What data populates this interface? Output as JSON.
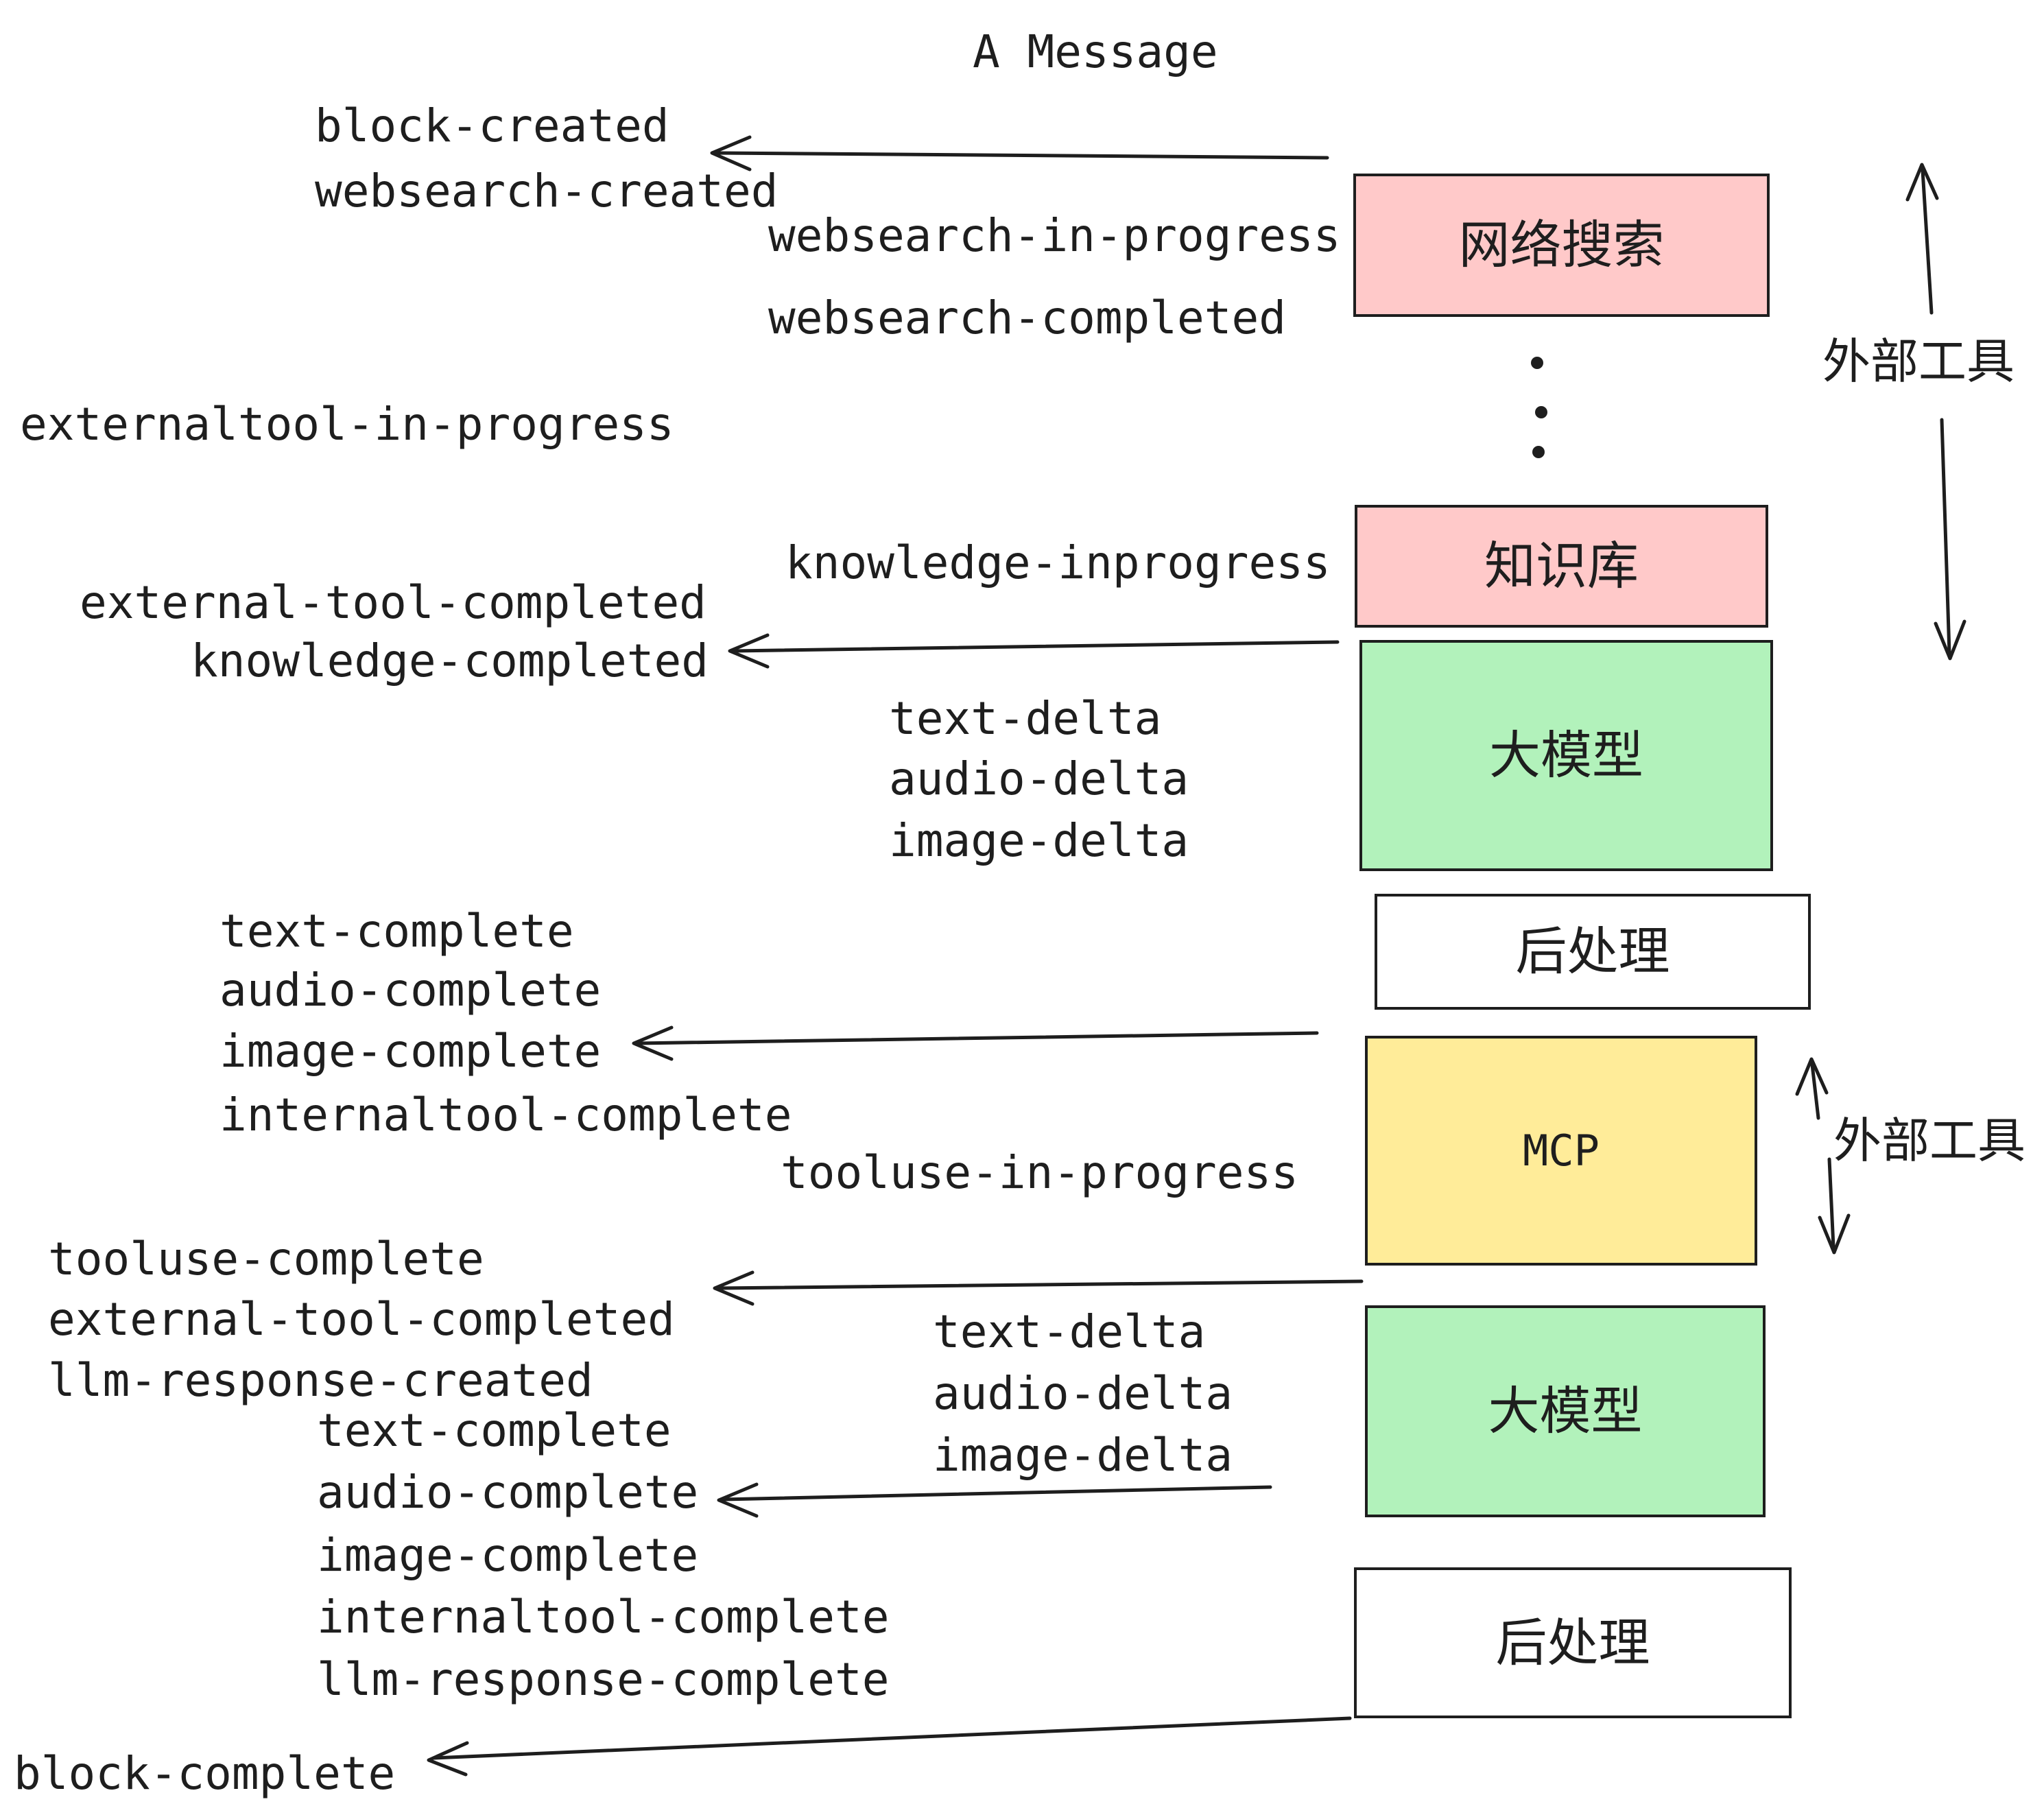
{
  "title": "A Message",
  "colors": {
    "ink": "#1e1e1e",
    "box_pink": "#ffc9c9",
    "box_green": "#b2f2bb",
    "box_yellow": "#ffec99",
    "box_white": "#ffffff"
  },
  "boxes": {
    "websearch": "网络搜索",
    "knowledge": "知识库",
    "llm1": "大模型",
    "post1": "后处理",
    "mcp": "MCP",
    "llm2": "大模型",
    "post2": "后处理"
  },
  "side_labels": {
    "external_tools_top": "外部工具",
    "external_tools_mid": "外部工具"
  },
  "events": {
    "block_created": "block-created",
    "websearch_created": "websearch-created",
    "websearch_in_progress": "websearch-in-progress",
    "websearch_completed": "websearch-completed",
    "externaltool_in_progress": "externaltool-in-progress",
    "knowledge_inprogress": "knowledge-inprogress",
    "external_tool_completed_1": "external-tool-completed",
    "knowledge_completed": "knowledge-completed",
    "text_delta_1": "text-delta",
    "audio_delta_1": "audio-delta",
    "image_delta_1": "image-delta",
    "text_complete_1": "text-complete",
    "audio_complete_1": "audio-complete",
    "image_complete_1": "image-complete",
    "internaltool_complete_1": "internaltool-complete",
    "tooluse_in_progress": "tooluse-in-progress",
    "tooluse_complete": "tooluse-complete",
    "external_tool_completed_2": "external-tool-completed",
    "llm_response_created": "llm-response-created",
    "text_delta_2": "text-delta",
    "audio_delta_2": "audio-delta",
    "image_delta_2": "image-delta",
    "text_complete_2": "text-complete",
    "audio_complete_2": "audio-complete",
    "image_complete_2": "image-complete",
    "internaltool_complete_2": "internaltool-complete",
    "llm_response_complete": "llm-response-complete",
    "block_complete": "block-complete"
  }
}
